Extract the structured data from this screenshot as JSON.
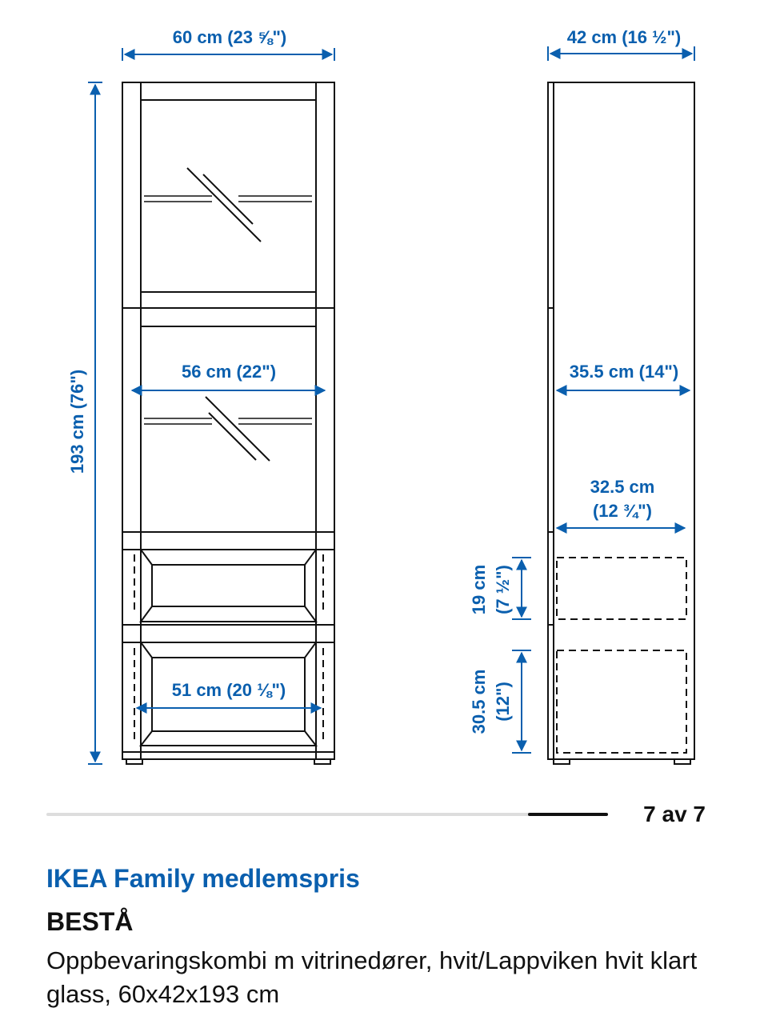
{
  "dimensions": {
    "width_top": "60 cm (23 ⅝\")",
    "depth_top": "42 cm (16 ½\")",
    "height_total": "193 cm (76\")",
    "inner_width": "56 cm (22\")",
    "inner_depth": "35.5 cm (14\")",
    "drawer_depth_line1": "32.5 cm",
    "drawer_depth_line2": "(12 ¾\")",
    "drawer_width": "51 cm (20 ⅛\")",
    "drawer_small_height_line1": "19 cm",
    "drawer_small_height_line2": "(7 ½\")",
    "drawer_large_height_line1": "30.5 cm",
    "drawer_large_height_line2": "(12\")"
  },
  "carousel": {
    "counter": "7 av 7",
    "progress": 1.0
  },
  "product": {
    "family_label": "IKEA Family medlemspris",
    "name": "BESTÅ",
    "description": "Oppbevaringskombi m vitrinedører, hvit/Lappviken hvit klart glass, 60x42x193 cm"
  },
  "colors": {
    "accent": "#0a5fae",
    "ink": "#111111"
  }
}
